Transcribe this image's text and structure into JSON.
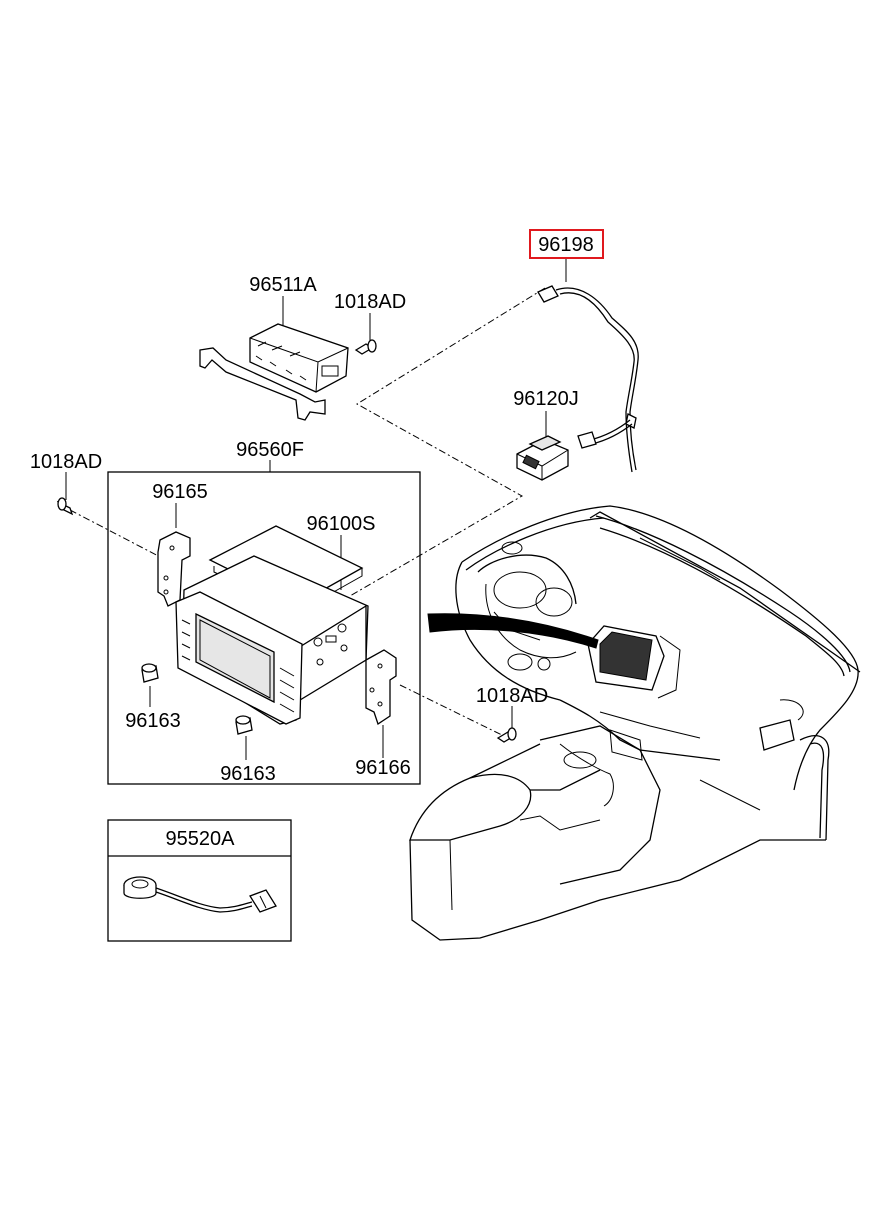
{
  "highlight_color": "#e0191e",
  "labels": {
    "p96198": "96198",
    "p96511A": "96511A",
    "p1018AD_top": "1018AD",
    "p96120J": "96120J",
    "p1018AD_left": "1018AD",
    "p96560F": "96560F",
    "p96165": "96165",
    "p96100S": "96100S",
    "p96163_a": "96163",
    "p96163_b": "96163",
    "p1018AD_right": "1018AD",
    "p96166": "96166",
    "p95520A": "95520A"
  }
}
